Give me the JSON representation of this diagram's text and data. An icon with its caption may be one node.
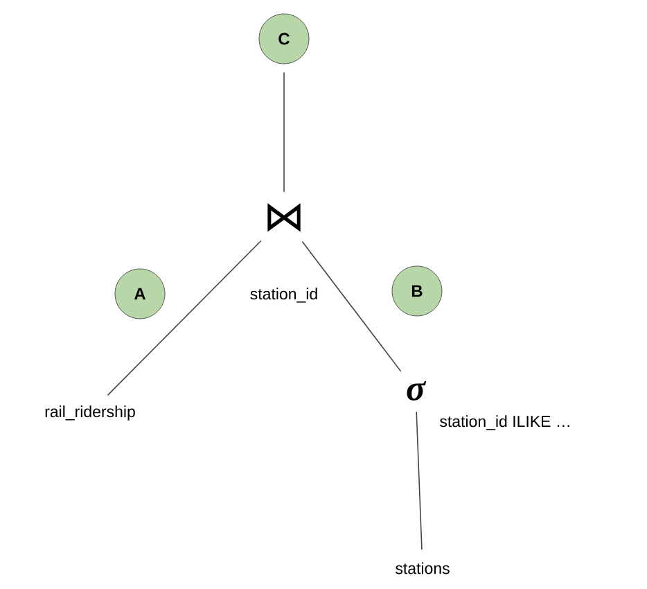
{
  "diagram": {
    "nodes": [
      {
        "text": [
          "C"
        ]
      },
      {
        "text": [
          "⋈"
        ],
        "beside": [
          "station_id"
        ]
      },
      {
        "text": [
          "A"
        ]
      },
      {
        "text": [
          "B"
        ]
      },
      {
        "text": [
          "rail_ridership"
        ]
      },
      {
        "text": [
          "σ"
        ],
        "beside": [
          "station_id ILIKE …"
        ]
      },
      {
        "text": [
          "stations"
        ]
      }
    ],
    "edges": [
      {
        "from": 0,
        "to": 1,
        "arrow": "none"
      },
      {
        "from": 1,
        "to": 4,
        "arrow": "none"
      },
      {
        "from": 1,
        "to": 5,
        "arrow": "none"
      },
      {
        "from": 5,
        "to": 6,
        "arrow": "none"
      }
    ]
  }
}
